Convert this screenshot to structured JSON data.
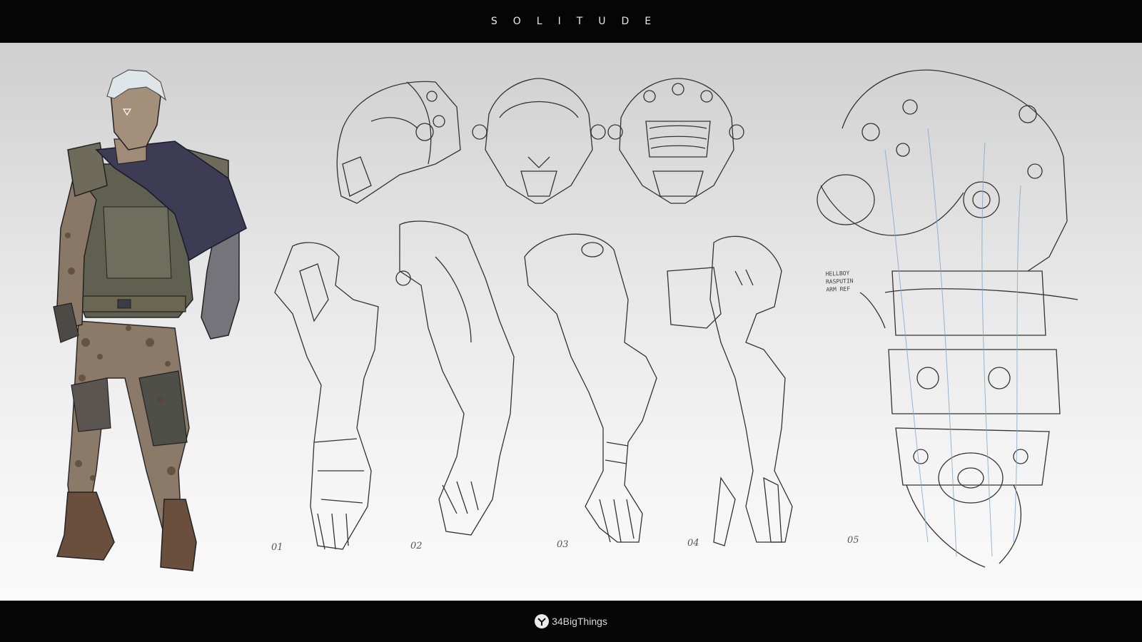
{
  "header": {
    "title": "SOLITUDE"
  },
  "footer": {
    "brand": "34BigThings",
    "logo_icon": "studio-logo-icon"
  },
  "sheet": {
    "background": "#e6e6e6",
    "line_color": "#333333",
    "sketch_blue": "#7aa7d6",
    "note": "HELLBOY\nRASPUTIN\nARM REF",
    "variant_numbers": [
      "01",
      "02",
      "03",
      "04",
      "05"
    ]
  }
}
